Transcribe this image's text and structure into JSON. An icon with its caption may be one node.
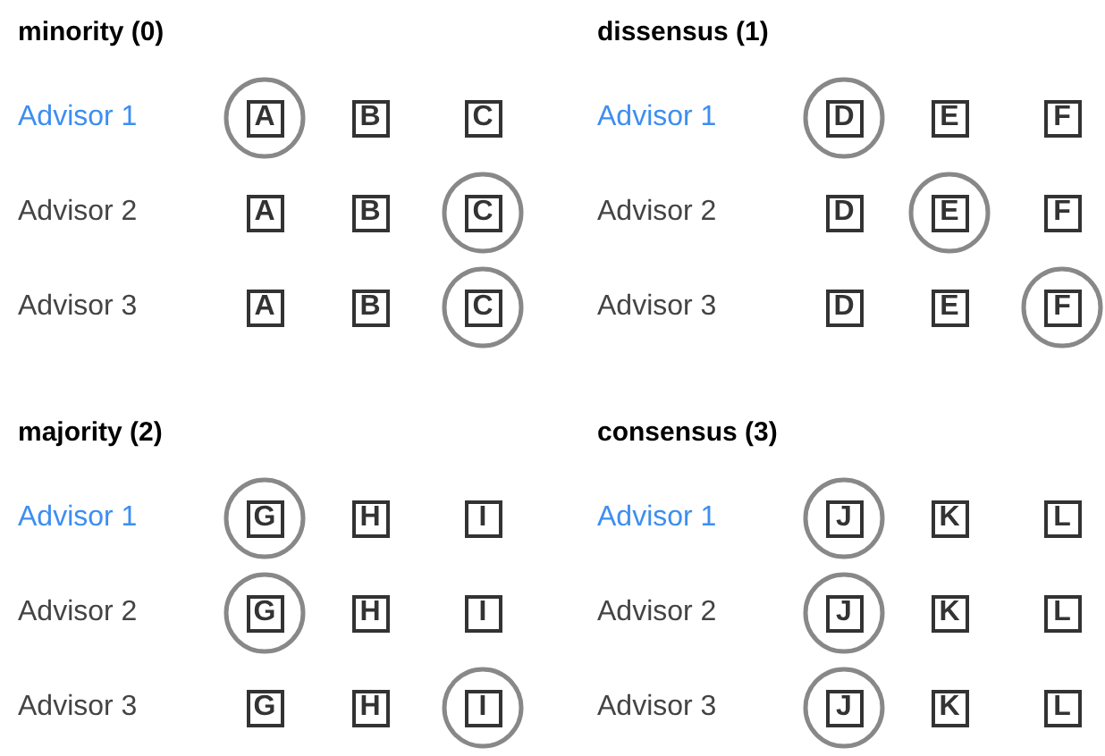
{
  "diagram": {
    "nodes": [
      {
        "text": [],
        "shape": "circle"
      },
      {
        "text": [
          "A"
        ],
        "in": 0
      },
      {
        "text": [
          "B"
        ]
      },
      {
        "text": [
          "C"
        ]
      },
      {
        "text": [
          "A"
        ]
      },
      {
        "text": [
          "B"
        ]
      },
      {
        "text": [],
        "shape": "circle"
      },
      {
        "text": [
          "C"
        ],
        "in": 6
      },
      {
        "text": [
          "A"
        ]
      },
      {
        "text": [
          "B"
        ]
      },
      {
        "text": [],
        "shape": "circle"
      },
      {
        "text": [
          "C"
        ],
        "in": 10
      },
      {
        "text": [],
        "shape": "circle"
      },
      {
        "text": [
          "D"
        ],
        "in": 12
      },
      {
        "text": [
          "E"
        ]
      },
      {
        "text": [
          "F"
        ]
      },
      {
        "text": [
          "D"
        ]
      },
      {
        "text": [],
        "shape": "circle"
      },
      {
        "text": [
          "E"
        ],
        "in": 17
      },
      {
        "text": [
          "F"
        ]
      },
      {
        "text": [
          "D"
        ]
      },
      {
        "text": [
          "E"
        ]
      },
      {
        "text": [],
        "shape": "circle"
      },
      {
        "text": [
          "F"
        ],
        "in": 22
      },
      {
        "text": [],
        "shape": "circle"
      },
      {
        "text": [
          "G"
        ],
        "in": 24
      },
      {
        "text": [
          "H"
        ]
      },
      {
        "text": [
          "I"
        ]
      },
      {
        "text": [],
        "shape": "circle"
      },
      {
        "text": [
          "G"
        ],
        "in": 28
      },
      {
        "text": [
          "H"
        ]
      },
      {
        "text": [
          "I"
        ]
      },
      {
        "text": [
          "G"
        ]
      },
      {
        "text": [
          "H"
        ]
      },
      {
        "text": [],
        "shape": "circle"
      },
      {
        "text": [
          "I"
        ],
        "in": 34
      },
      {
        "text": [],
        "shape": "circle"
      },
      {
        "text": [
          "J"
        ],
        "in": 36
      },
      {
        "text": [
          "K"
        ]
      },
      {
        "text": [
          "L"
        ]
      },
      {
        "text": [],
        "shape": "circle"
      },
      {
        "text": [
          "J"
        ],
        "in": 40
      },
      {
        "text": [
          "K"
        ]
      },
      {
        "text": [
          "L"
        ]
      },
      {
        "text": [],
        "shape": "circle"
      },
      {
        "text": [
          "J"
        ],
        "in": 44
      },
      {
        "text": [
          "K"
        ]
      },
      {
        "text": [
          "L"
        ]
      }
    ],
    "labels": [
      "minority (0)",
      "Advisor 1",
      "Advisor 2",
      "Advisor 3",
      "dissensus (1)",
      "Advisor 1",
      "Advisor 2",
      "Advisor 3",
      "majority (2)",
      "Advisor 1",
      "Advisor 2",
      "Advisor 3",
      "consensus (3)",
      "Advisor 1",
      "Advisor 2",
      "Advisor 3"
    ]
  }
}
